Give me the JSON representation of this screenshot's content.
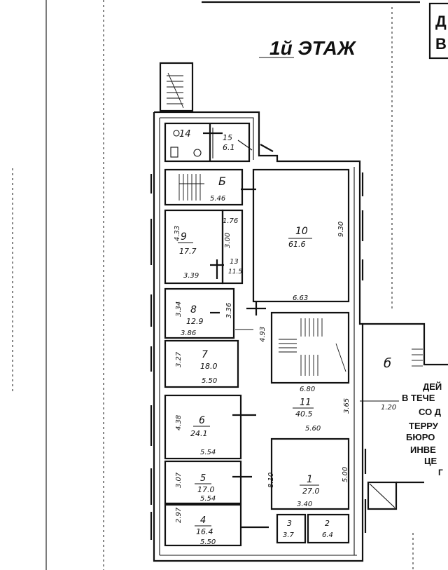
{
  "floor_title": "1й ЭТАЖ",
  "corner_text": [
    "Д",
    "В"
  ],
  "rooms": [
    {
      "id": "1",
      "num": "1",
      "area": "27.0"
    },
    {
      "id": "2",
      "num": "2",
      "area": "6.4"
    },
    {
      "id": "3",
      "num": "3",
      "area": "3.7"
    },
    {
      "id": "4",
      "num": "4",
      "area": "16.4"
    },
    {
      "id": "5",
      "num": "5",
      "area": "17.0"
    },
    {
      "id": "6",
      "num": "6",
      "area": "24.1"
    },
    {
      "id": "7",
      "num": "7",
      "area": "18.0"
    },
    {
      "id": "8",
      "num": "8",
      "area": "12.9"
    },
    {
      "id": "9",
      "num": "9",
      "area": "17.7"
    },
    {
      "id": "10",
      "num": "10",
      "area": "61.6"
    },
    {
      "id": "11",
      "num": "11",
      "area": "40.5"
    },
    {
      "id": "13",
      "num": "13",
      "area": "11.5"
    },
    {
      "id": "14",
      "num": "14",
      "area": ""
    },
    {
      "id": "15",
      "num": "15",
      "area": "6.1"
    }
  ],
  "stair_labels": [
    "Б",
    "б"
  ],
  "dimensions": {
    "d546": "5.46",
    "d176": "1.76",
    "d930": "9.30",
    "d433": "4.33",
    "d300": "3.00",
    "d339": "3.39",
    "d663": "6.63",
    "d334": "3.34",
    "d356": "3.36",
    "d386": "3.86",
    "d493": "4.93",
    "d327": "3.27",
    "d550a": "5.50",
    "d680": "6.80",
    "d365": "3.65",
    "d120": "1.20",
    "d560": "5.60",
    "d438": "4.38",
    "d554a": "5.54",
    "d810": "8.10",
    "d500": "5.00",
    "d307": "3.07",
    "d554b": "5.54",
    "d340": "3.40",
    "d297": "2.97",
    "d550b": "5.50"
  },
  "side_text": [
    "ДЕЙ",
    "В ТЕЧЕ",
    "СО Д",
    "ТЕРРУ",
    "БЮРО",
    "ИНВЕ",
    "ЦЕ",
    "Г"
  ]
}
